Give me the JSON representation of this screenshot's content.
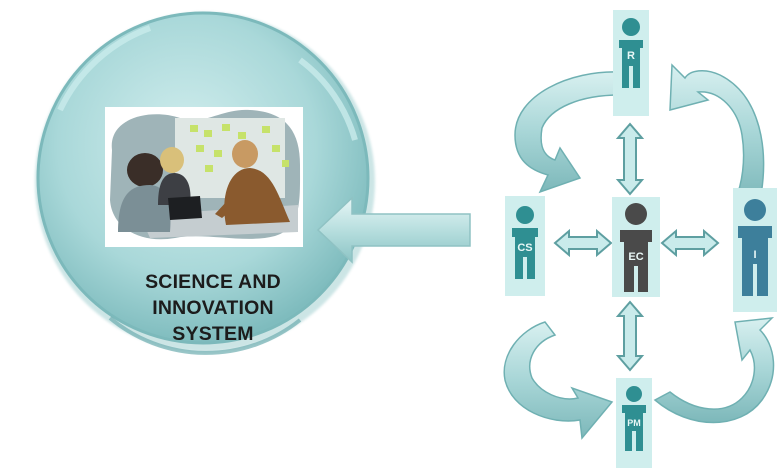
{
  "system": {
    "title_lines": [
      "SCIENCE AND",
      "INNOVATION",
      "SYSTEM"
    ],
    "photo": "people-collaborating-at-whiteboard"
  },
  "actors": {
    "top": {
      "label": "R"
    },
    "left": {
      "label": "CS"
    },
    "center": {
      "label": "EC"
    },
    "right": {
      "label": "I"
    },
    "bottom": {
      "label": "PM"
    }
  },
  "colors": {
    "teal_light": "#a8d7d8",
    "teal_dark": "#5b9ea0",
    "card": "#cfeeed",
    "figure_teal": "#2f8f92",
    "figure_dark": "#4a4a4a",
    "figure_blue": "#3d7f9b"
  }
}
